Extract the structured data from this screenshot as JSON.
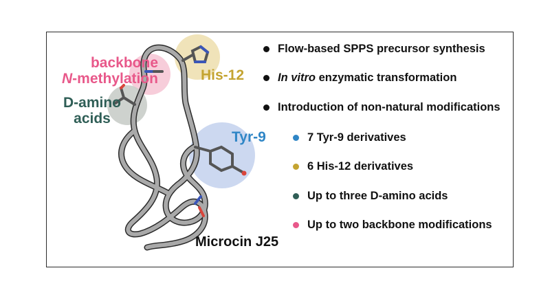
{
  "labels": {
    "backbone_line1": "backbone",
    "backbone_n": "N",
    "backbone_rest": "-methylation",
    "his": "His-12",
    "d_letter": "D",
    "d_rest": "-amino",
    "acids": "acids",
    "tyr": "Tyr-9",
    "peptide_name": "Microcin J25"
  },
  "bullets": [
    {
      "text": "Flow-based SPPS precursor synthesis",
      "color": "#111111"
    },
    {
      "italic": "In vitro",
      "text": " enzymatic transformation",
      "color": "#111111"
    },
    {
      "text": "Introduction of non-natural modifications",
      "color": "#111111"
    },
    {
      "text": "7 Tyr-9 derivatives",
      "color": "#2f86c6"
    },
    {
      "text": "6 His-12 derivatives",
      "color": "#c4a431"
    },
    {
      "prefix": "Up to three ",
      "sc": "D",
      "text": "-amino acids",
      "color": "#2f5e56"
    },
    {
      "text": "Up to two backbone modifications",
      "color": "#e8588a"
    }
  ],
  "colors": {
    "pink": "#e8588a",
    "gold": "#c4a431",
    "teal": "#2f5e56",
    "blue": "#2f86c6",
    "ribbon": "#9a9a9a"
  }
}
